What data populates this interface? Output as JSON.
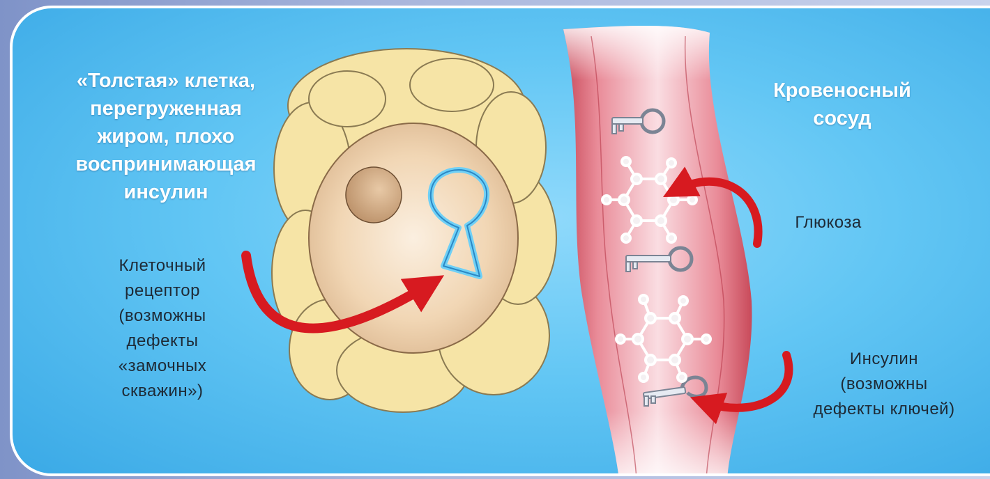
{
  "labels": {
    "fat_cell": [
      "«Толстая» клетка,",
      "перегруженная",
      "жиром, плохо",
      "воспринимающая",
      "инсулин"
    ],
    "receptor": [
      "Клеточный",
      "рецептор",
      "(возможны",
      "дефекты",
      "«замочных",
      "скважин»)"
    ],
    "vessel": [
      "Кровеносный",
      "сосуд"
    ],
    "glucose": "Глюкоза",
    "insulin": [
      "Инсулин",
      "(возможны",
      "дефекты ключей)"
    ]
  },
  "icons": [
    "fat-cell",
    "nucleus",
    "keyhole-receptor",
    "insulin-key",
    "glucose-molecule",
    "red-arrow"
  ],
  "colors": {
    "panel": "#62c6f4",
    "fat_lobes": "#f6e4a6",
    "cell_body": "#f1d6b4",
    "keyhole": "#6fd0f6",
    "vessel": "#f4b3bd",
    "arrow": "#d71a20",
    "label_white": "#ffffff",
    "label_dark": "#1e2a36"
  }
}
